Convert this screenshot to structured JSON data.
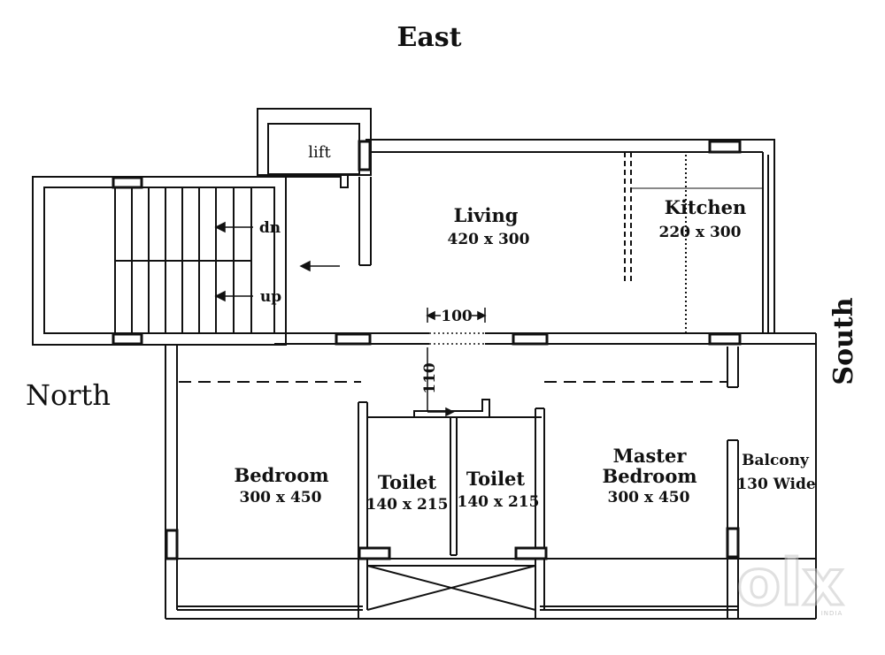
{
  "compass": {
    "east": "East",
    "north": "North",
    "south": "South"
  },
  "rooms": {
    "lift": {
      "name": "lift"
    },
    "living": {
      "name": "Living",
      "size": "420 x 300"
    },
    "kitchen": {
      "name": "Kitchen",
      "size": "220 x 300"
    },
    "bedroom": {
      "name": "Bedroom",
      "size": "300 x 450"
    },
    "toilet_left": {
      "name": "Toilet",
      "size": "140 x 215"
    },
    "toilet_right": {
      "name": "Toilet",
      "size": "140 x 215"
    },
    "master": {
      "name_line1": "Master",
      "name_line2": "Bedroom",
      "size": "300 x 450"
    },
    "balcony": {
      "name": "Balcony",
      "size": "130 Wide"
    }
  },
  "stairs": {
    "down": "dn",
    "up": "up"
  },
  "dimensions": {
    "opening_width": "100",
    "passage_width": "110"
  },
  "watermark": {
    "brand": "olx",
    "region": "INDIA"
  }
}
